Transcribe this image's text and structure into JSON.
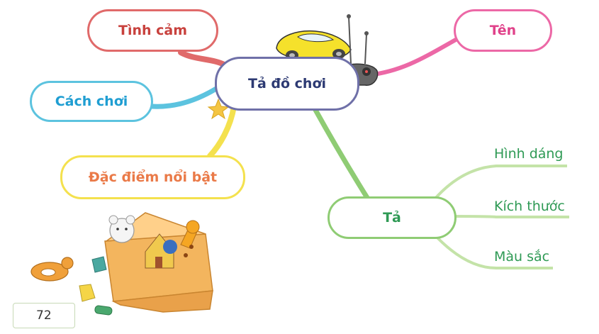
{
  "center": {
    "label": "Tả đồ chơi"
  },
  "branches": {
    "tinh_cam": "Tình cảm",
    "ten": "Tên",
    "cach_choi": "Cách chơi",
    "dac_diem": "Đặc điểm nổi bật",
    "ta": "Tả"
  },
  "ta_children": [
    "Hình dáng",
    "Kích thước",
    "Màu sắc"
  ],
  "page_number": "72",
  "colors": {
    "center_border": "#6f70a8",
    "center_text": "#2d3a73",
    "tinh_cam": "#e06a6a",
    "ten": "#ec68a6",
    "cach_choi": "#5cc3df",
    "dac_diem": "#f4e14e",
    "dac_diem_text": "#ea7a48",
    "ta": "#8fcc74",
    "ta_text": "#2f9a55",
    "leaf_line": "#c4e3a8"
  },
  "illustrations": [
    "toy-car-icon",
    "remote-control-icon",
    "star-icon",
    "toy-box-icon",
    "toy-duck-icon",
    "toy-block-icon"
  ]
}
